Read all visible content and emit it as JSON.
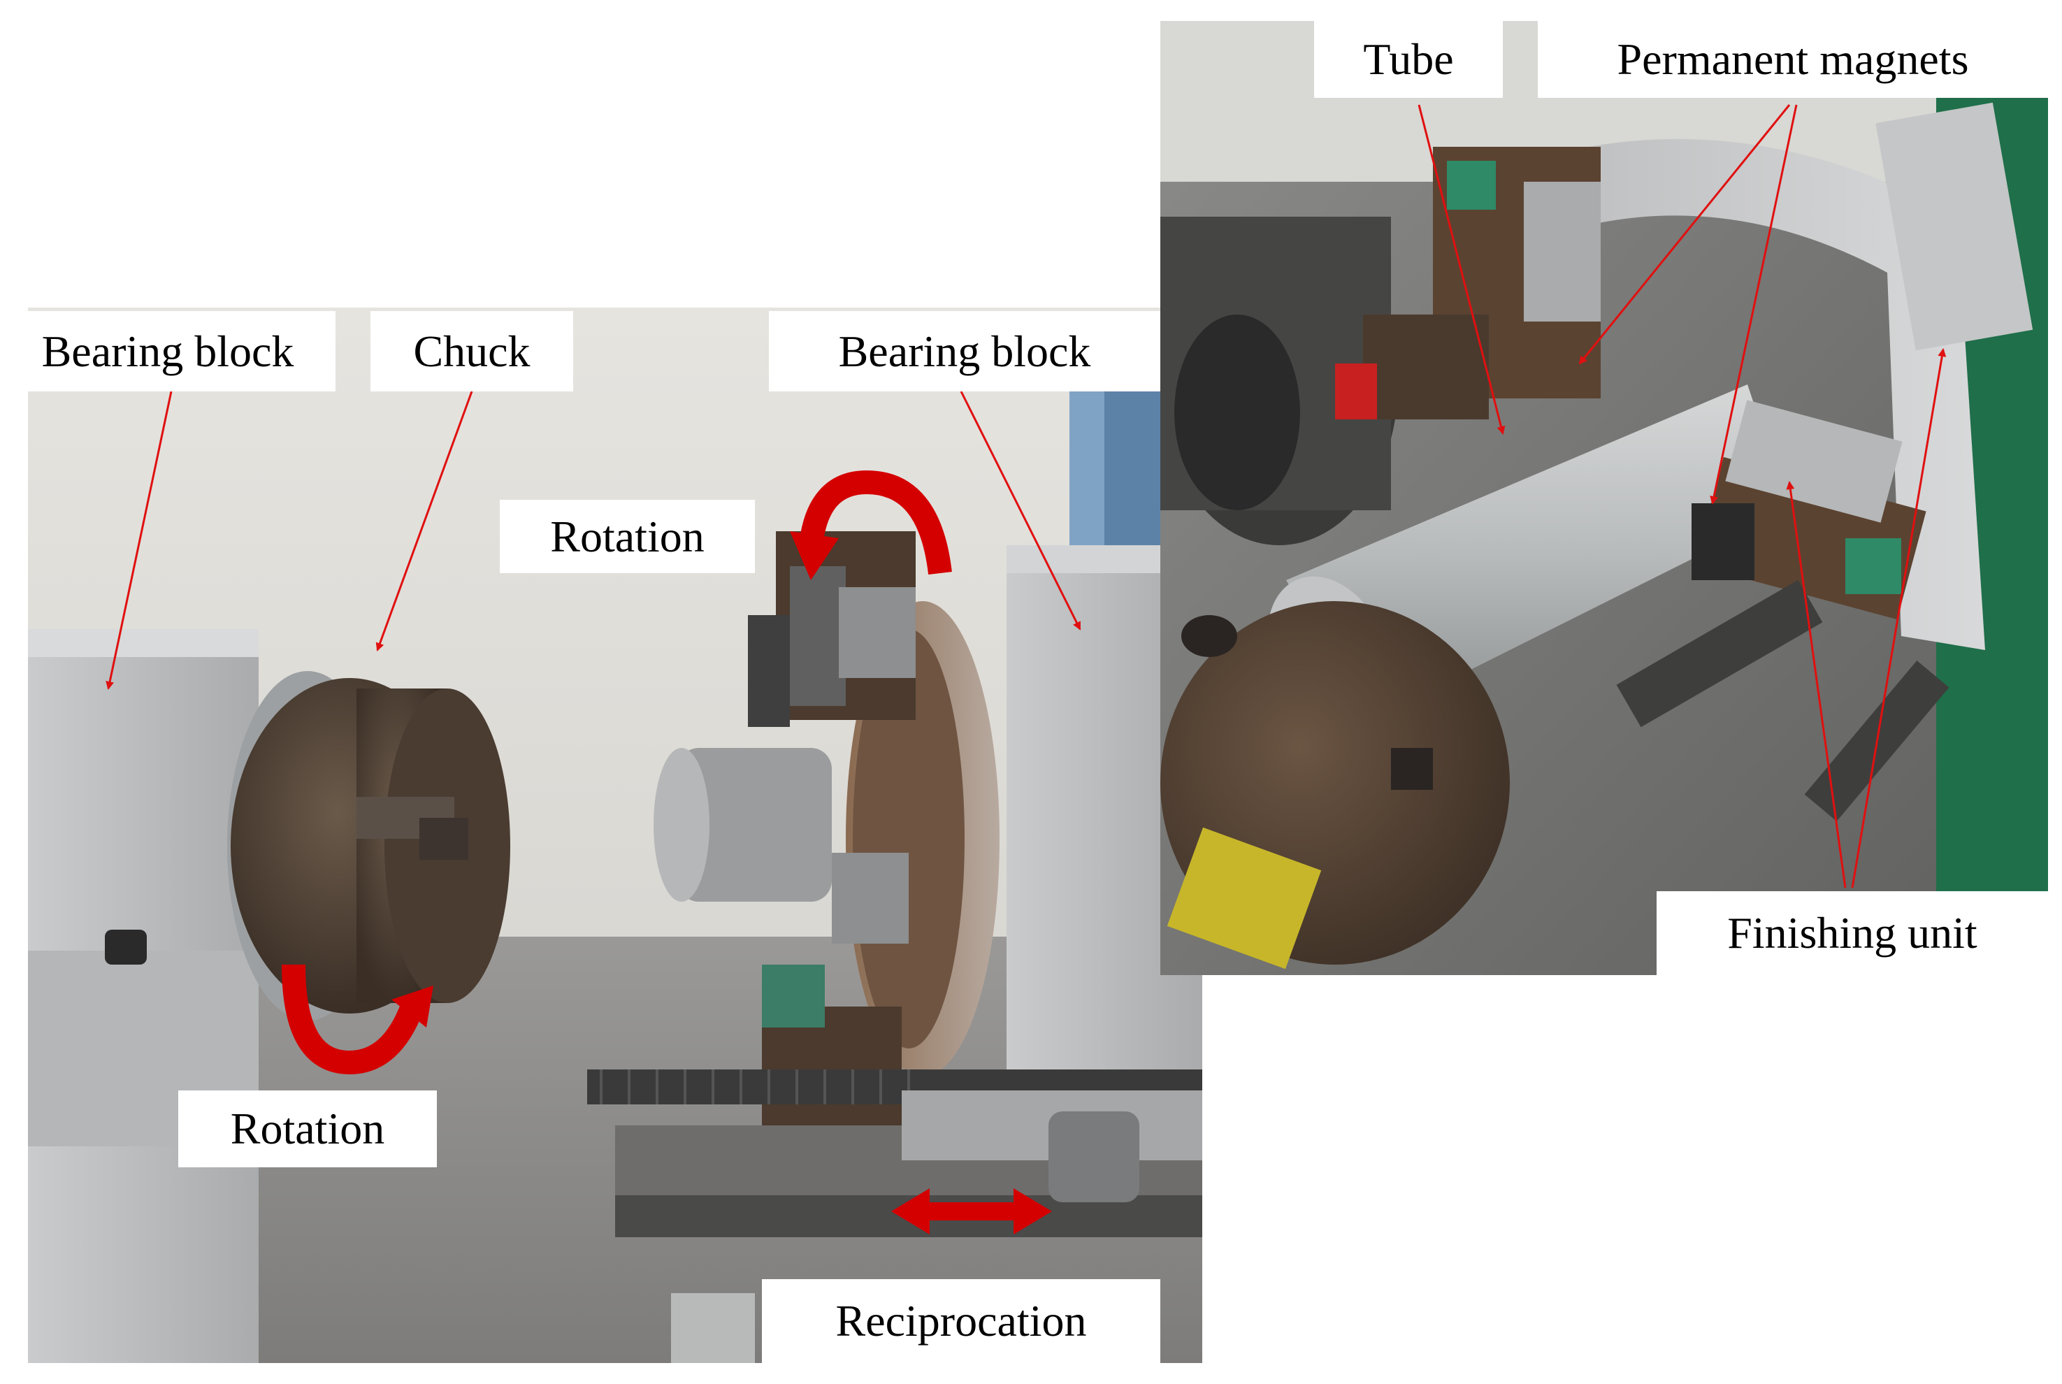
{
  "figure": {
    "left_photo": {
      "labels": {
        "bearing_block_left": "Bearing block",
        "chuck": "Chuck",
        "bearing_block_right": "Bearing block",
        "rotation_upper": "Rotation",
        "rotation_lower": "Rotation",
        "reciprocation": "Reciprocation"
      }
    },
    "right_photo": {
      "labels": {
        "tube": "Tube",
        "permanent_magnets": "Permanent magnets",
        "finishing_unit": "Finishing unit"
      }
    },
    "colors": {
      "annotation_red": "#e01010",
      "motion_arrow_red": "#d40000",
      "background": "#ffffff"
    }
  }
}
